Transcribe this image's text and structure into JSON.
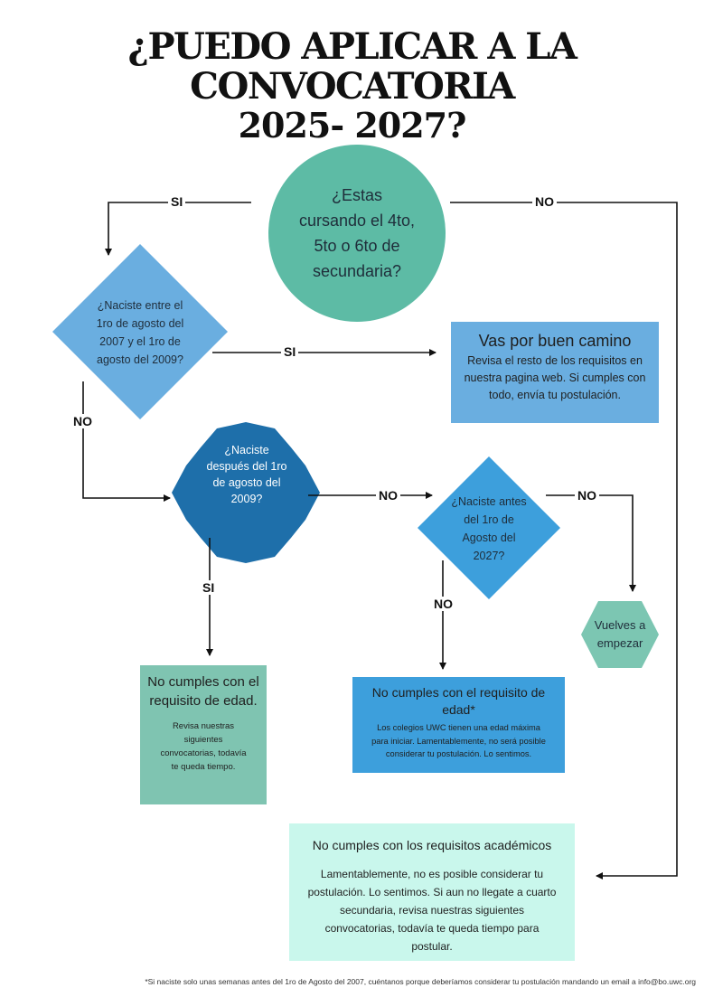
{
  "title": {
    "line1": "¿PUEDO APLICAR A LA CONVOCATORIA",
    "line2": "2025- 2027?"
  },
  "nodes": {
    "q_studying": "¿Estas cursando el 4to,  5to o 6to de secundaria?",
    "q_born_range": "¿Naciste entre el 1ro de agosto del 2007 y el 1ro de agosto del 2009?",
    "q_born_after": "¿Naciste después del 1ro de agosto del 2009?",
    "q_born_before": "¿Naciste antes del 1ro de Agosto del 2027?",
    "restart": "Vuelves a empezar"
  },
  "boxes": {
    "good_path": {
      "heading": "Vas por buen camino",
      "body": "Revisa el resto de los requisitos en nuestra pagina web. Si cumples con todo, envía tu postulación."
    },
    "age_young": {
      "heading": "No cumples con el requisito de edad.",
      "body": "Revisa nuestras siguientes convocatorias, todavía te queda tiempo."
    },
    "age_max": {
      "heading": "No cumples con el requisito de edad*",
      "body": "Los colegios UWC tienen una edad máxima para iniciar. Lamentablemente, no será posible considerar tu postulación. Lo sentimos."
    },
    "academic": {
      "heading": "No cumples con los requisitos académicos",
      "body": "Lamentablemente, no es posible considerar tu postulación. Lo sentimos. Si aun no llegate a cuarto secundaria, revisa nuestras siguientes convocatorias, todavía te queda tiempo para postular."
    }
  },
  "labels": {
    "si": "SI",
    "no": "NO"
  },
  "footnote": "*Si naciste solo unas semanas antes del 1ro de Agosto del 2007, cuéntanos porque deberíamos considerar tu postulación mandando un email a info@bo.uwc.org",
  "colors": {
    "circle": "#5dbba5",
    "diamond_light": "#6aaee0",
    "octagon": "#1e6faa",
    "diamond_mid": "#3d9fdc",
    "hexagon": "#7cc6b2",
    "box_good": "#6aaee0",
    "box_young": "#7fc4b1",
    "box_max": "#3d9fdc",
    "box_academic": "#c9f7ec"
  }
}
